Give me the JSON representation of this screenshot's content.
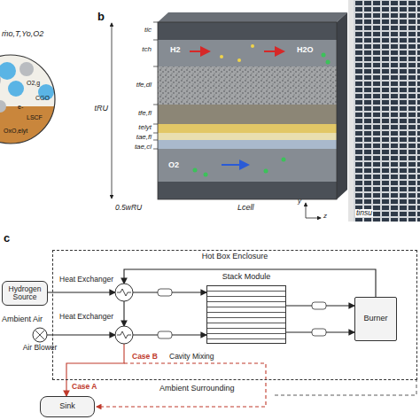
{
  "diagram": {
    "nodes": [
      {
        "text": [
          "Hot Box Enclosure"
        ]
      },
      {
        "text": [
          "Hydrogen Source"
        ]
      },
      {
        "text": [
          "Heat Exchanger"
        ],
        "in": 0
      },
      {
        "text": [
          "Air Blower"
        ]
      },
      {
        "text": [
          "Heat Exchanger"
        ],
        "in": 0
      },
      {
        "text": [
          "Stack Module"
        ],
        "in": 0
      },
      {
        "text": [
          "Burner"
        ],
        "in": 0
      },
      {
        "text": [
          "Sink"
        ]
      }
    ],
    "edges": [
      {
        "from": 1,
        "to": 2,
        "arrow": "to"
      },
      {
        "from": 3,
        "to": 4,
        "arrow": "to"
      },
      {
        "from": 2,
        "to": 5,
        "arrow": "to"
      },
      {
        "from": 4,
        "to": 5,
        "arrow": "to"
      },
      {
        "from": 5,
        "to": 6,
        "arrow": "to"
      },
      {
        "from": 5,
        "to": 6,
        "arrow": "to"
      },
      {
        "from": 6,
        "to": 2,
        "arrow": "to"
      },
      {
        "from": 2,
        "to": 4,
        "arrow": "to"
      },
      {
        "from": 4,
        "to": 7,
        "label": "Case A",
        "arrow": "to"
      }
    ],
    "labels": [
      "b",
      "tic",
      "tch",
      "tRU",
      "tfe,dl",
      "tfe,fl",
      "telyt",
      "tae,fl",
      "tae,cl",
      "H2",
      "H2O",
      "O2",
      "0.5wRU",
      "Lcell",
      "y",
      "z",
      "tinsu",
      "ṁo,T,Yo,O2",
      "O2,g",
      "CGO",
      "e-",
      "LSCF",
      "OxO,elyt",
      "c",
      "Ambient Air",
      "Cavity Mixing",
      "Case B",
      "Ambient Surrounding"
    ]
  }
}
